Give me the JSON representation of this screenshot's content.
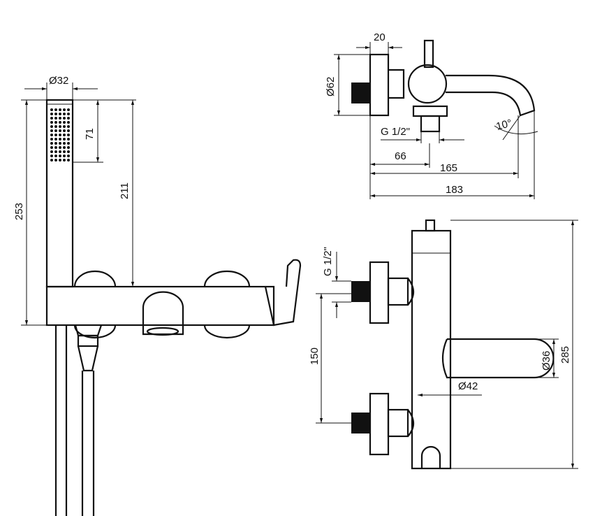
{
  "front_view": {
    "handshower_diameter": "Ø32",
    "spray_height": "71",
    "holder_height": "211",
    "total_height": "253"
  },
  "side_view": {
    "plate_depth": "20",
    "plate_diameter": "Ø62",
    "thread": "G 1/2\"",
    "spout_angle": "10°",
    "outlet_offset": "66",
    "spout_reach": "165",
    "total_depth": "183"
  },
  "rear_view": {
    "thread": "G 1/2\"",
    "connection_spacing": "150",
    "spout_diameter": "Ø36",
    "body_diameter": "Ø42",
    "total_height": "285"
  }
}
